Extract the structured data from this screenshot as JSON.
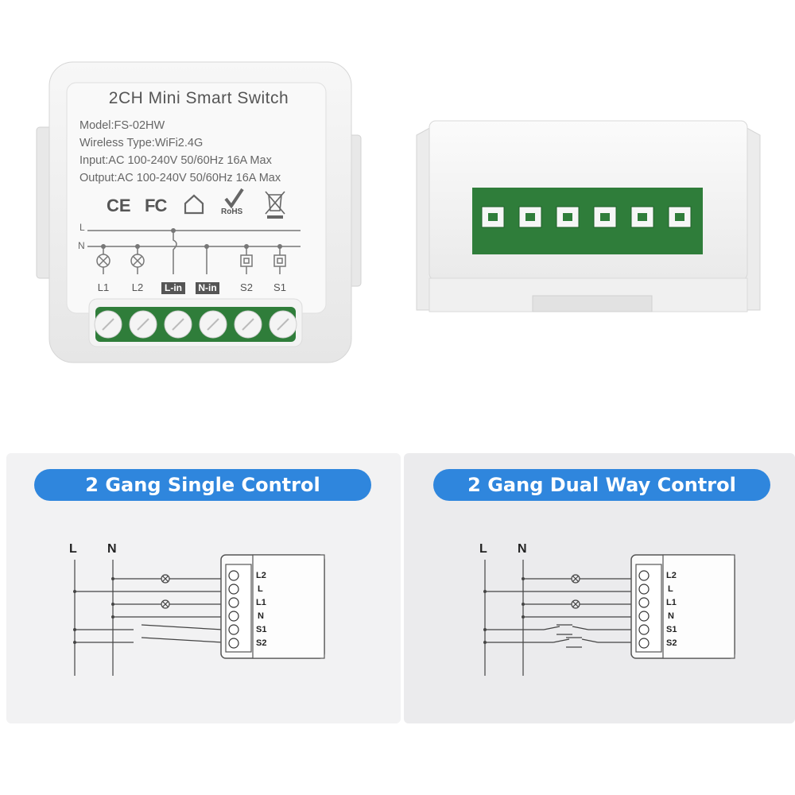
{
  "device": {
    "title": "2CH Mini Smart Switch",
    "specs": [
      "Model:FS-02HW",
      "Wireless Type:WiFi2.4G",
      "Input:AC 100-240V 50/60Hz 16A Max",
      "Output:AC 100-240V 50/60Hz 16A Max"
    ],
    "certifications": [
      "CE",
      "FC",
      "RoHS"
    ],
    "wire_labels": [
      "L",
      "N"
    ],
    "terminal_labels": [
      "L1",
      "L2",
      "L-in",
      "N-in",
      "S2",
      "S1"
    ]
  },
  "diagrams": [
    {
      "title": "2 Gang Single Control",
      "line_labels": [
        "L",
        "N"
      ],
      "terminal_labels": [
        "L2",
        "L",
        "L1",
        "N",
        "S1",
        "S2"
      ]
    },
    {
      "title": "2 Gang Dual Way Control",
      "line_labels": [
        "L",
        "N"
      ],
      "terminal_labels": [
        "L2",
        "L",
        "L1",
        "N",
        "S1",
        "S2"
      ]
    }
  ],
  "colors": {
    "accent": "#2f86dd",
    "terminal_green": "#2f7d3a",
    "panel_bg": "#f2f2f3"
  }
}
